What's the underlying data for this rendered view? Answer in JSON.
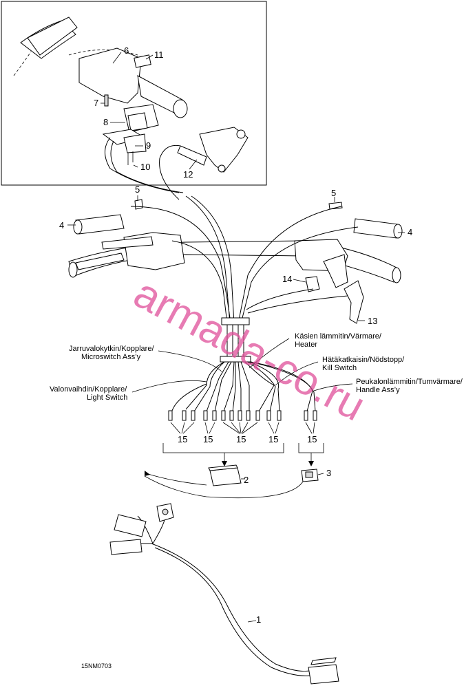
{
  "diagram": {
    "reference": "15NM0703",
    "watermark": "armada-co.ru",
    "callouts": {
      "c1": "1",
      "c2": "2",
      "c3": "3",
      "c4a": "4",
      "c4b": "4",
      "c5a": "5",
      "c5b": "5",
      "c6": "6",
      "c7": "7",
      "c8": "8",
      "c9": "9",
      "c10": "10",
      "c11": "11",
      "c12": "12",
      "c13": "13",
      "c14": "14",
      "c15a": "15",
      "c15b": "15",
      "c15c": "15",
      "c15d": "15",
      "c15e": "15"
    },
    "labels": {
      "brake_line1": "Jarruvalokytkin/Kopplare/",
      "brake_line2": "Microswitch Ass’y",
      "light_line1": "Valonvaihdin/Kopplare/",
      "light_line2": "Light Switch",
      "heater_line1": "Käsien lämmitin/Värmare/",
      "heater_line2": "Heater",
      "kill_line1": "Hätäkatkaisin/Nödstopp/",
      "kill_line2": "Kill Switch",
      "thumb_line1": "Peukalonlämmitin/Tumvärmare/",
      "thumb_line2": "Handle Ass’y"
    }
  }
}
